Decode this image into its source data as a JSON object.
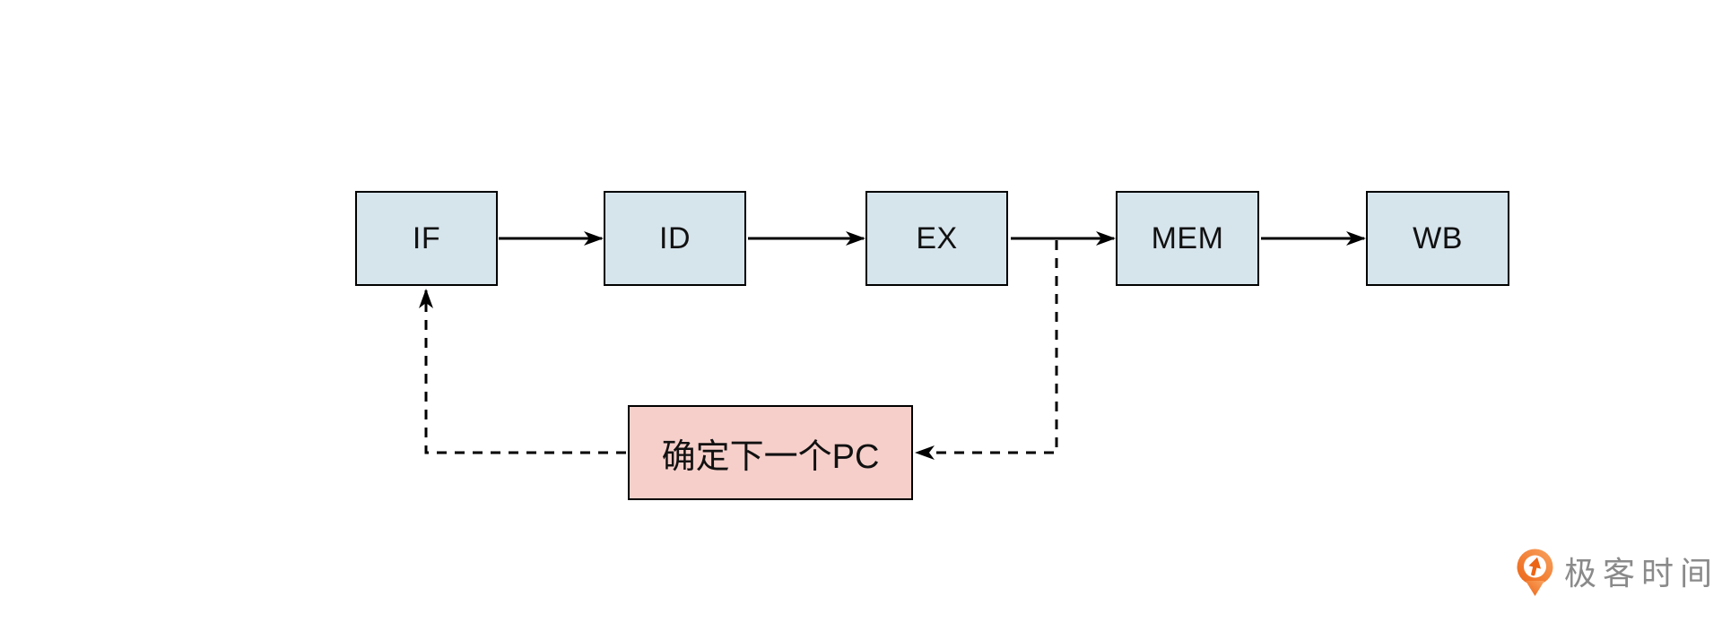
{
  "pipeline": {
    "stages": [
      {
        "label": "IF"
      },
      {
        "label": "ID"
      },
      {
        "label": "EX"
      },
      {
        "label": "MEM"
      },
      {
        "label": "WB"
      }
    ]
  },
  "feedback_box": {
    "label": "确定下一个PC"
  },
  "edges": [
    {
      "from": "IF",
      "to": "ID",
      "style": "solid"
    },
    {
      "from": "ID",
      "to": "EX",
      "style": "solid"
    },
    {
      "from": "EX",
      "to": "MEM",
      "style": "solid"
    },
    {
      "from": "MEM",
      "to": "WB",
      "style": "solid"
    },
    {
      "from": "EX-MEM link",
      "to": "确定下一个PC",
      "style": "dashed"
    },
    {
      "from": "确定下一个PC",
      "to": "IF",
      "style": "dashed"
    }
  ],
  "branding": {
    "logo_text": "极客时间",
    "logo_icon": "geektime-pin-icon"
  },
  "colors": {
    "background": "#ffffff",
    "stage_fill": "#d6e4ec",
    "stage_border": "#000000",
    "feedback_fill": "#f6cfca",
    "feedback_border": "#000000",
    "connector": "#000000",
    "label_text": "#111111",
    "logo_orange": "#ec6415",
    "logo_orange_light": "#f9a35f",
    "logo_text_gray": "#8a8a8a"
  }
}
